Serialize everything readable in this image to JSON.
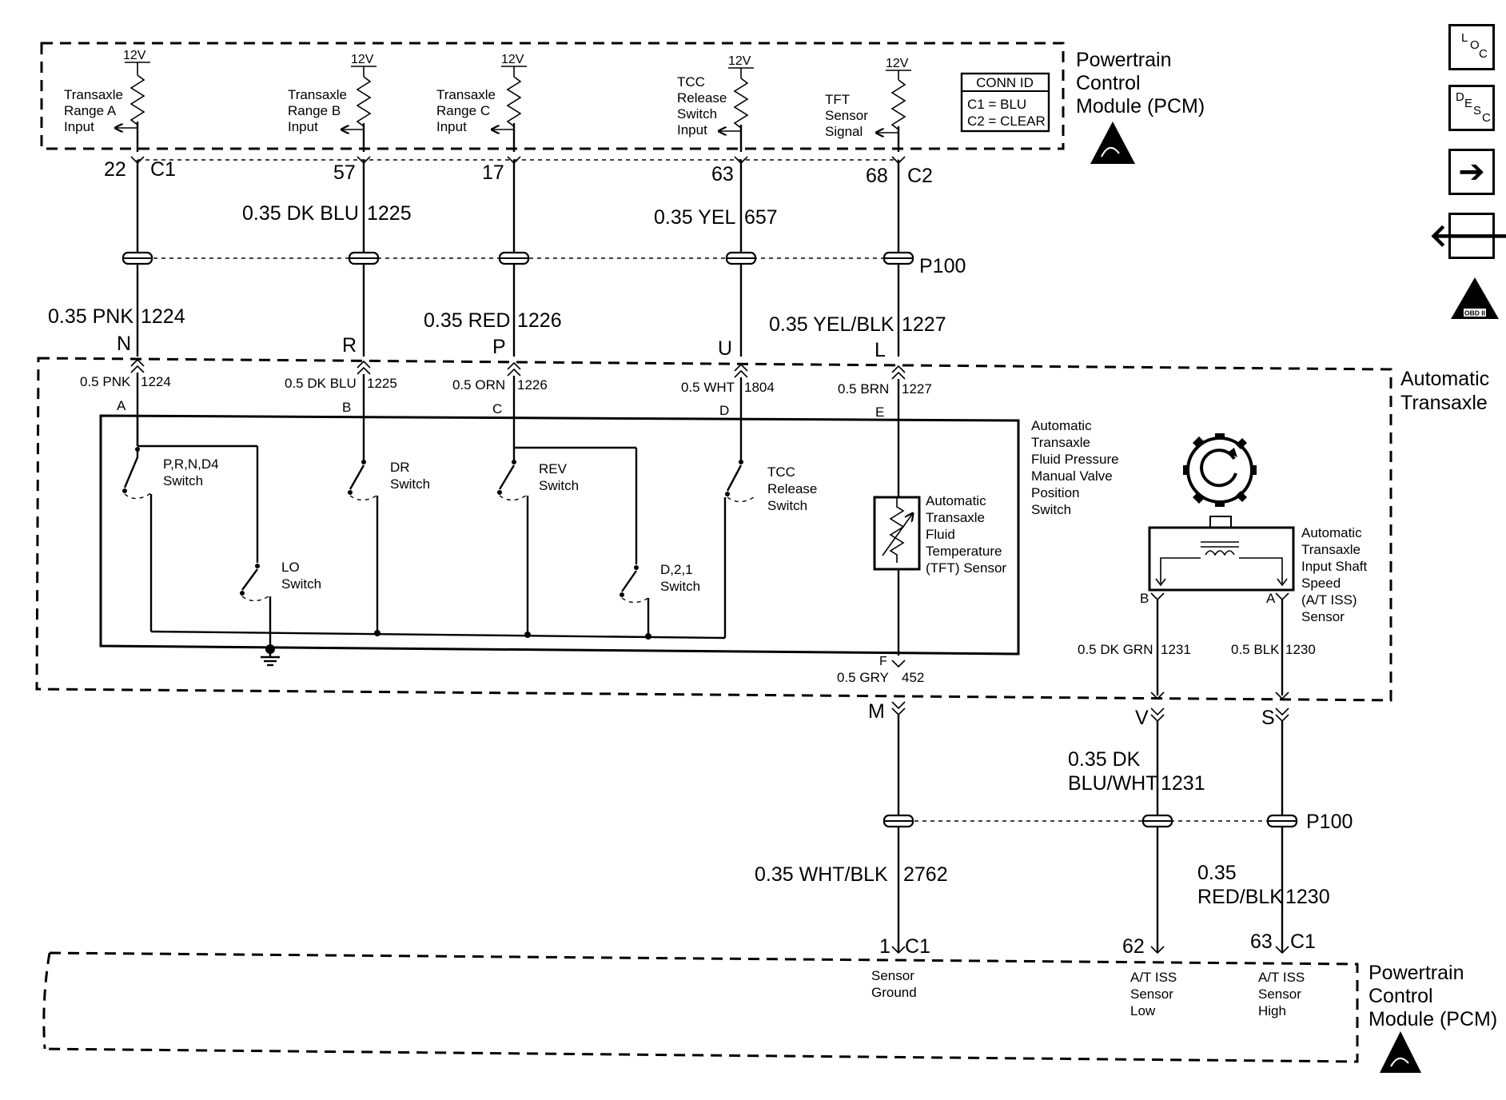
{
  "pcm_top": {
    "title_line1": "Powertrain",
    "title_line2": "Control",
    "title_line3": "Module (PCM)",
    "conn_id": {
      "header": "CONN ID",
      "c1": "C1 = BLU",
      "c2": "C2 = CLEAR"
    },
    "inputs": [
      {
        "voltage": "12V",
        "label": [
          "Transaxle",
          "Range A",
          "Input"
        ],
        "pin": "22",
        "connector": "C1"
      },
      {
        "voltage": "12V",
        "label": [
          "Transaxle",
          "Range B",
          "Input"
        ],
        "pin": "57",
        "connector": ""
      },
      {
        "voltage": "12V",
        "label": [
          "Transaxle",
          "Range C",
          "Input"
        ],
        "pin": "17",
        "connector": ""
      },
      {
        "voltage": "12V",
        "label": [
          "TCC",
          "Release",
          "Switch",
          "Input"
        ],
        "pin": "63",
        "connector": ""
      },
      {
        "voltage": "12V",
        "label": [
          "TFT",
          "Sensor",
          "Signal"
        ],
        "pin": "68",
        "connector": "C2"
      }
    ]
  },
  "wires_upper": [
    {
      "gauge": "0.35 DK BLU",
      "circuit": "1225"
    },
    {
      "gauge": "0.35 YEL",
      "circuit": "657"
    },
    {
      "gauge": "0.35 PNK",
      "circuit": "1224"
    },
    {
      "gauge": "0.35 RED",
      "circuit": "1226"
    },
    {
      "gauge": "0.35 YEL/BLK",
      "circuit": "1227"
    }
  ],
  "p100": "P100",
  "trans_connector_pins": [
    "N",
    "R",
    "P",
    "U",
    "L"
  ],
  "transaxle": {
    "title_line1": "Automatic",
    "title_line2": "Transaxle",
    "internal_wires": [
      {
        "gauge": "0.5 PNK",
        "circuit": "1224",
        "pin": "A"
      },
      {
        "gauge": "0.5 DK BLU",
        "circuit": "1225",
        "pin": "B"
      },
      {
        "gauge": "0.5 ORN",
        "circuit": "1226",
        "pin": "C"
      },
      {
        "gauge": "0.5 WHT",
        "circuit": "1804",
        "pin": "D"
      },
      {
        "gauge": "0.5 BRN",
        "circuit": "1227",
        "pin": "E"
      }
    ],
    "switch_assembly": [
      "Automatic",
      "Transaxle",
      "Fluid Pressure",
      "Manual Valve",
      "Position",
      "Switch"
    ],
    "switches": {
      "prnd4": [
        "P,R,N,D4",
        "Switch"
      ],
      "dr": [
        "DR",
        "Switch"
      ],
      "rev": [
        "REV",
        "Switch"
      ],
      "tcc": [
        "TCC",
        "Release",
        "Switch"
      ],
      "lo": [
        "LO",
        "Switch"
      ],
      "d21": [
        "D,2,1",
        "Switch"
      ]
    },
    "tft_sensor": [
      "Automatic",
      "Transaxle",
      "Fluid",
      "Temperature",
      "(TFT) Sensor"
    ],
    "iss_sensor": [
      "Automatic",
      "Transaxle",
      "Input Shaft",
      "Speed",
      "(A/T ISS)",
      "Sensor"
    ],
    "iss_pins": {
      "b": "B",
      "a": "A"
    },
    "pin_f": "F",
    "gry": {
      "gauge": "0.5 GRY",
      "circuit": "452"
    },
    "iss_wires": [
      {
        "gauge": "0.5 DK GRN",
        "circuit": "1231"
      },
      {
        "gauge": "0.5 BLK",
        "circuit": "1230"
      }
    ]
  },
  "lower_connector_pins": {
    "m": "M",
    "v": "V",
    "s": "S"
  },
  "wires_lower": {
    "dkblu_wht": {
      "line1": "0.35 DK",
      "line2": "BLU/WHT",
      "circuit": "1231"
    },
    "wht_blk": {
      "gauge": "0.35 WHT/BLK",
      "circuit": "2762"
    },
    "red_blk": {
      "line1": "0.35",
      "line2": "RED/BLK",
      "circuit": "1230"
    }
  },
  "pcm_bottom": {
    "title_line1": "Powertrain",
    "title_line2": "Control",
    "title_line3": "Module (PCM)",
    "pins": [
      {
        "pin": "1",
        "connector": "C1",
        "label": [
          "Sensor",
          "Ground"
        ]
      },
      {
        "pin": "62",
        "connector": "",
        "label": [
          "A/T ISS",
          "Sensor",
          "Low"
        ]
      },
      {
        "pin": "63",
        "connector": "C1",
        "label": [
          "A/T ISS",
          "Sensor",
          "High"
        ]
      }
    ]
  },
  "nav": {
    "loc": {
      "a": "L",
      "b": "O",
      "c": "C"
    },
    "desc": {
      "a": "D",
      "b": "E",
      "c": "S",
      "d": "C"
    },
    "forward": "➔",
    "back": "🡐",
    "obd": "OBD II",
    "obd_numeral": "II"
  }
}
